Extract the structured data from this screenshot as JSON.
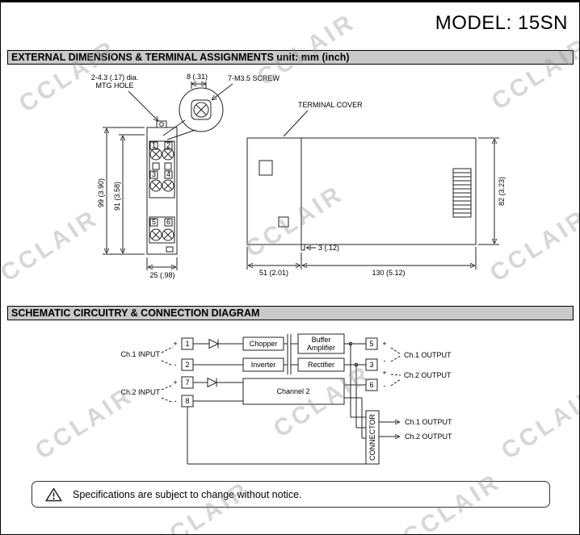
{
  "page": {
    "model_title": "MODEL: 15SN",
    "watermark": "CCLAIR"
  },
  "sections": {
    "dimensions_title": "EXTERNAL DIMENSIONS & TERMINAL ASSIGNMENTS unit: mm (inch)",
    "schematic_title": "SCHEMATIC CIRCUITRY & CONNECTION DIAGRAM"
  },
  "dims": {
    "mtg_hole_line1": "2-4.3 (.17) dia.",
    "mtg_hole_line2": "MTG HOLE",
    "screw_width": "8 (.31)",
    "screw_label": "7-M3.5 SCREW",
    "terminal_cover": "TERMINAL COVER",
    "height_total": "99 (3.90)",
    "height_inner": "91 (3.58)",
    "width_front": "25 (.98)",
    "height_side": "82 (3.23)",
    "step": "3 (.12)",
    "depth_cover": "51 (2.01)",
    "depth_body": "130 (5.12)",
    "terminal_numbers": [
      "1",
      "2",
      "3",
      "4",
      "5",
      "6"
    ]
  },
  "schematic": {
    "ch1_input": "Ch.1 INPUT",
    "ch2_input": "Ch.2 INPUT",
    "plus": "+",
    "minus": "-",
    "terminals": {
      "t1": "1",
      "t2": "2",
      "t7": "7",
      "t8": "8",
      "t5": "5",
      "t3": "3",
      "t6": "6"
    },
    "blocks": {
      "chopper": "Chopper",
      "inverter": "Inverter",
      "buffer_line1": "Buffer",
      "buffer_line2": "Amplifier",
      "rectifier": "Rectifier",
      "channel2": "Channel 2",
      "connector": "CONNECTOR"
    },
    "ch1_output": "Ch.1 OUTPUT",
    "ch2_output": "Ch.2 OUTPUT",
    "connector_ch1_output": "Ch.1 OUTPUT",
    "connector_ch2_output": "Ch.2 OUTPUT"
  },
  "note": {
    "text": "Specifications are subject to change without notice."
  }
}
